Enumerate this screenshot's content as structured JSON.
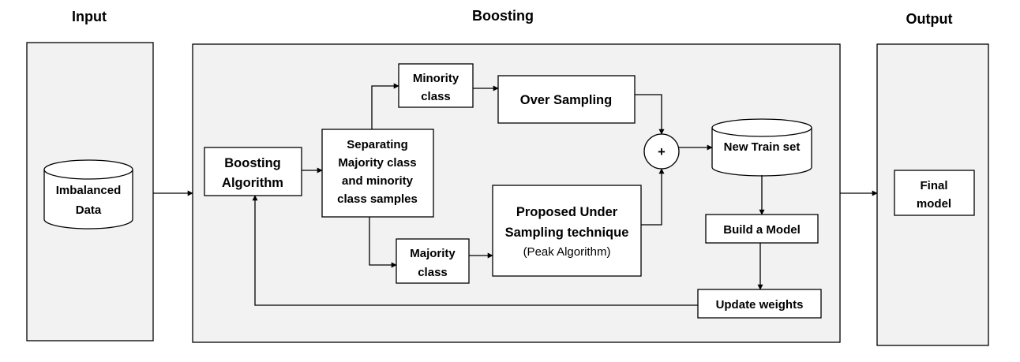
{
  "headers": {
    "input": "Input",
    "boosting": "Boosting",
    "output": "Output"
  },
  "nodes": {
    "imbalanced_data": [
      "Imbalanced",
      "Data"
    ],
    "boosting_algorithm": [
      "Boosting",
      "Algorithm"
    ],
    "separating": [
      "Separating",
      "Majority class",
      "and minority",
      "class samples"
    ],
    "minority_class": [
      "Minority",
      "class"
    ],
    "majority_class": [
      "Majority",
      "class"
    ],
    "over_sampling": "Over Sampling",
    "under_sampling": [
      "Proposed Under",
      "Sampling technique",
      "(Peak Algorithm)"
    ],
    "combine_symbol": "+",
    "new_train_set": "New Train set",
    "build_model": "Build a Model",
    "update_weights": "Update weights",
    "final_model": [
      "Final",
      "model"
    ]
  }
}
